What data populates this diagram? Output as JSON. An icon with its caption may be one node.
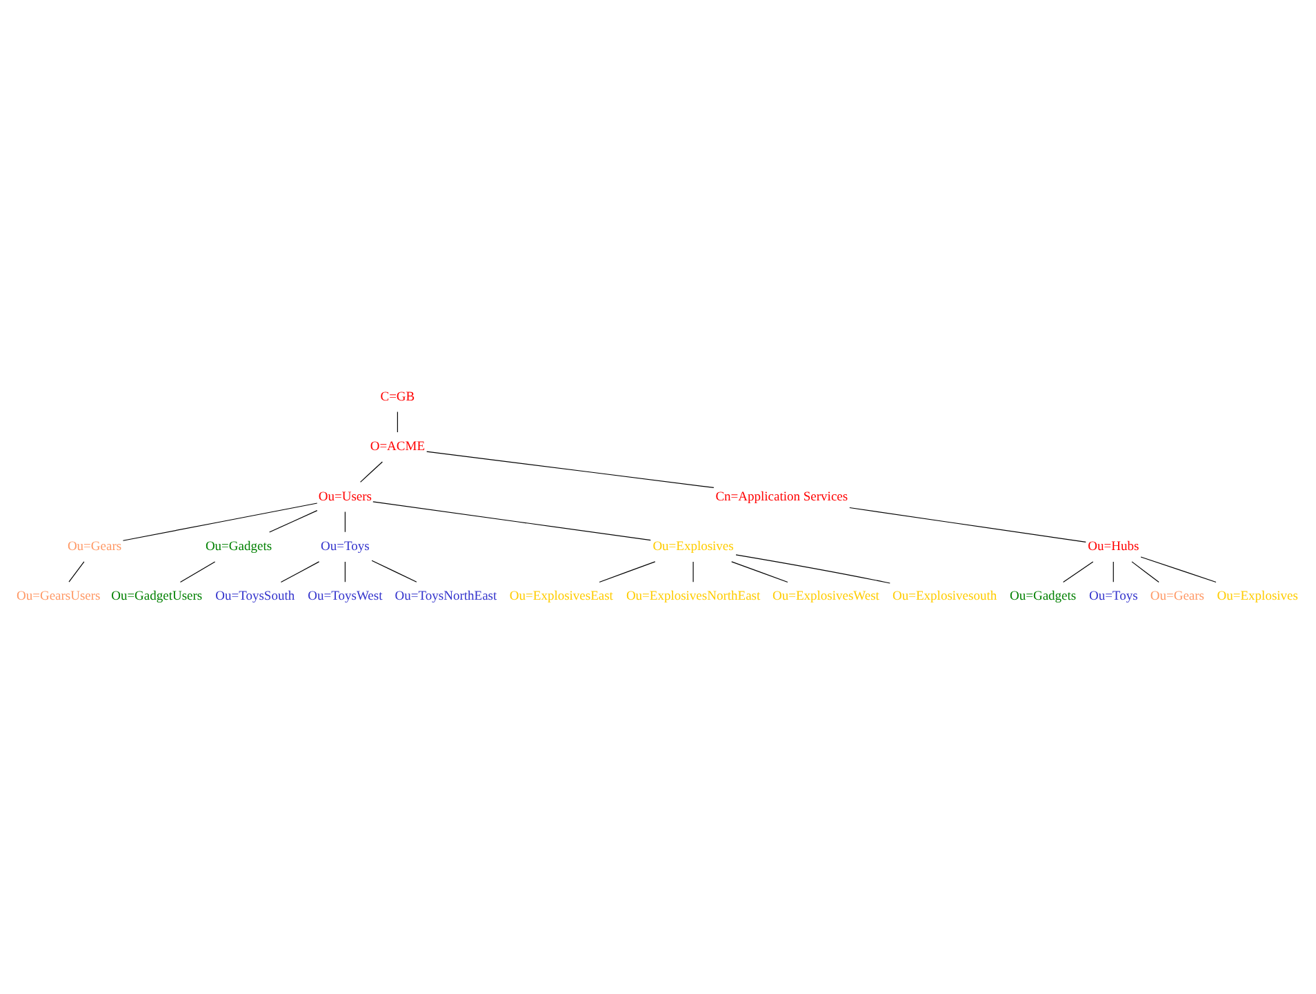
{
  "diagram": {
    "nodes": [
      {
        "text": [
          "C=GB"
        ]
      },
      {
        "text": [
          "O=ACME"
        ]
      },
      {
        "text": [
          "Ou=Users"
        ]
      },
      {
        "text": [
          "Cn=Application Services"
        ]
      },
      {
        "text": [
          "Ou=Gears"
        ]
      },
      {
        "text": [
          "Ou=GearsUsers"
        ]
      },
      {
        "text": [
          "Ou=Gadgets"
        ]
      },
      {
        "text": [
          "Ou=GadgetUsers"
        ]
      },
      {
        "text": [
          "Ou=Toys"
        ]
      },
      {
        "text": [
          "Ou=ToysSouth"
        ]
      },
      {
        "text": [
          "Ou=ToysWest"
        ]
      },
      {
        "text": [
          "Ou=ToysNorthEast"
        ]
      },
      {
        "text": [
          "Ou=Explosives"
        ]
      },
      {
        "text": [
          "Ou=ExplosivesEast"
        ]
      },
      {
        "text": [
          "Ou=ExplosivesNorthEast"
        ]
      },
      {
        "text": [
          "Ou=ExplosivesWest"
        ]
      },
      {
        "text": [
          "Ou=Explosivesouth"
        ]
      },
      {
        "text": [
          "Ou=Hubs"
        ]
      },
      {
        "text": [
          "Ou=Gadgets"
        ]
      },
      {
        "text": [
          "Ou=Toys"
        ]
      },
      {
        "text": [
          "Ou=Gears"
        ]
      },
      {
        "text": [
          "Ou=Explosives"
        ]
      }
    ],
    "edges": [
      {
        "from": 0,
        "to": 1,
        "arrow": "none"
      },
      {
        "from": 1,
        "to": 2,
        "arrow": "none"
      },
      {
        "from": 1,
        "to": 3,
        "arrow": "none"
      },
      {
        "from": 2,
        "to": 4,
        "arrow": "none"
      },
      {
        "from": 4,
        "to": 5,
        "arrow": "none"
      },
      {
        "from": 2,
        "to": 6,
        "arrow": "none"
      },
      {
        "from": 6,
        "to": 7,
        "arrow": "none"
      },
      {
        "from": 2,
        "to": 8,
        "arrow": "none"
      },
      {
        "from": 8,
        "to": 9,
        "arrow": "none"
      },
      {
        "from": 8,
        "to": 10,
        "arrow": "none"
      },
      {
        "from": 8,
        "to": 11,
        "arrow": "none"
      },
      {
        "from": 2,
        "to": 12,
        "arrow": "none"
      },
      {
        "from": 12,
        "to": 13,
        "arrow": "none"
      },
      {
        "from": 12,
        "to": 14,
        "arrow": "none"
      },
      {
        "from": 12,
        "to": 15,
        "arrow": "none"
      },
      {
        "from": 12,
        "to": 16,
        "arrow": "none"
      },
      {
        "from": 3,
        "to": 17,
        "arrow": "none"
      },
      {
        "from": 17,
        "to": 18,
        "arrow": "none"
      },
      {
        "from": 17,
        "to": 19,
        "arrow": "none"
      },
      {
        "from": 17,
        "to": 20,
        "arrow": "none"
      },
      {
        "from": 17,
        "to": 21,
        "arrow": "none"
      }
    ]
  }
}
